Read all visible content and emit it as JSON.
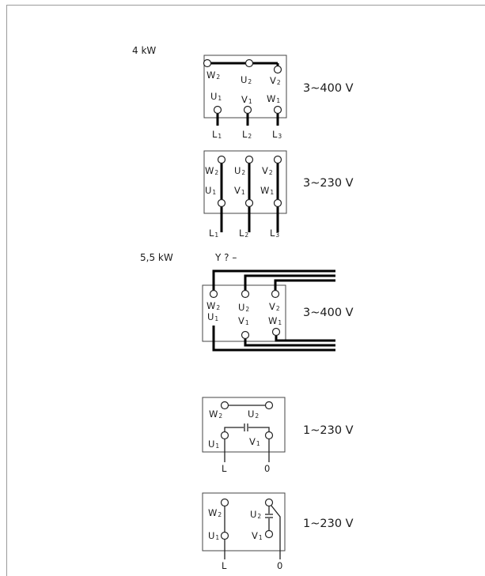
{
  "sections": {
    "power_4kw": "4 kW",
    "power_55kw": "5,5 kW",
    "star_delta": "Y ? –"
  },
  "voltages": {
    "d1": "3~400 V",
    "d2": "3~230 V",
    "d3": "3~400 V",
    "d4": "1~230 V",
    "d5": "1~230 V"
  },
  "terminals": {
    "W": "W",
    "U": "U",
    "V": "V",
    "L": "L",
    "zero": "0",
    "sub1": "1",
    "sub2": "2",
    "sub3": "3"
  }
}
